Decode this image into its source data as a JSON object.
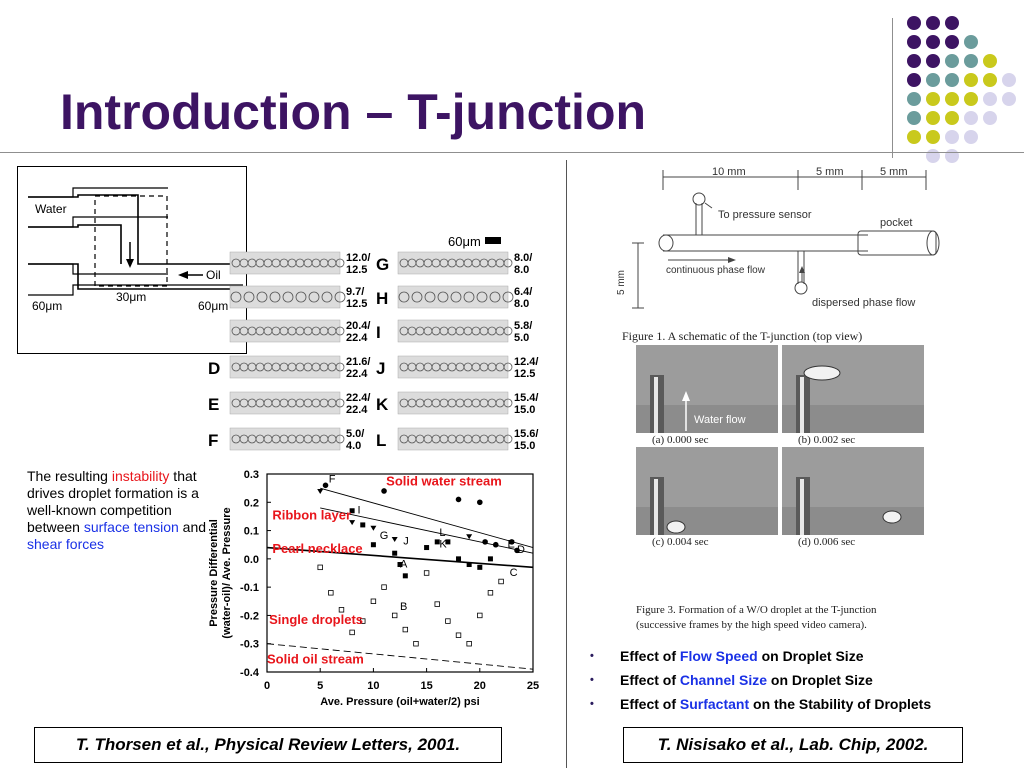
{
  "slide": {
    "title": "Introduction – T-junction",
    "description": {
      "pre": "The resulting ",
      "instability": "instability",
      "mid": " that drives droplet formation is a well-known competition between ",
      "surface_tension": "surface tension",
      "and": " and ",
      "shear_forces": "shear forces"
    },
    "left_ref": "T. Thorsen et al., Physical Review Letters, 2001.",
    "right_ref": "T. Nisisako et al., Lab. Chip, 2002.",
    "bullets": [
      {
        "pre": "Effect of ",
        "highlight": "Flow Speed",
        "post": " on Droplet Size"
      },
      {
        "pre": "Effect of ",
        "highlight": "Channel Size",
        "post": " on Droplet Size"
      },
      {
        "pre": "Effect of ",
        "highlight": "Surfactant",
        "post": " on the Stability of Droplets"
      }
    ],
    "bullet_glyph": "•"
  },
  "junction_diagram": {
    "water": "Water",
    "oil": "Oil",
    "w_left": "60μm",
    "w_mid": "30μm",
    "w_right": "60μm"
  },
  "micrographs": {
    "scale": "60μm",
    "left": [
      {
        "label": "",
        "values": "12.0/\n12.5"
      },
      {
        "label": "",
        "values": "9.7/\n12.5"
      },
      {
        "label": "",
        "values": "20.4/\n22.4"
      },
      {
        "label": "D",
        "values": "21.6/\n22.4"
      },
      {
        "label": "E",
        "values": "22.4/\n22.4"
      },
      {
        "label": "F",
        "values": "5.0/\n4.0"
      }
    ],
    "right": [
      {
        "label": "G",
        "values": "8.0/\n8.0"
      },
      {
        "label": "H",
        "values": "6.4/\n8.0"
      },
      {
        "label": "I",
        "values": "5.8/\n5.0"
      },
      {
        "label": "J",
        "values": "12.4/\n12.5"
      },
      {
        "label": "K",
        "values": "15.4/\n15.0"
      },
      {
        "label": "L",
        "values": "15.6/\n15.0"
      }
    ]
  },
  "chart_data": {
    "type": "scatter",
    "xlabel": "Ave. Pressure (oil+water/2) psi",
    "ylabel": "Pressure Differential\n(water-oil)/ Ave. Pressure",
    "xlim": [
      0,
      25
    ],
    "ylim": [
      -0.4,
      0.3
    ],
    "xticks": [
      "0",
      "5",
      "10",
      "15",
      "20",
      "25"
    ],
    "yticks": [
      "0.3",
      "0.2",
      "0.1",
      "0.0",
      "-0.1",
      "-0.2",
      "-0.3",
      "-0.4"
    ],
    "region_labels": [
      "Solid water stream",
      "Ribbon layer",
      "Pearl necklace",
      "Single droplets",
      "Solid oil stream"
    ],
    "point_labels": [
      "F",
      "I",
      "G",
      "J",
      "A",
      "L",
      "K",
      "E",
      "D",
      "C",
      "B"
    ],
    "series": [
      {
        "marker": "filled-circle",
        "x": [
          5.5,
          11,
          18,
          20,
          23,
          20.5,
          21.5,
          23.5
        ],
        "y": [
          0.26,
          0.24,
          0.21,
          0.2,
          0.06,
          0.06,
          0.05,
          0.03
        ]
      },
      {
        "marker": "filled-square",
        "x": [
          8,
          9,
          10,
          12,
          12.5,
          13,
          15,
          16,
          17,
          18,
          19,
          20,
          21
        ],
        "y": [
          0.17,
          0.12,
          0.05,
          0.02,
          -0.02,
          -0.06,
          0.04,
          0.06,
          0.06,
          0.0,
          -0.02,
          -0.03,
          0.0
        ]
      },
      {
        "marker": "open-square",
        "x": [
          5,
          6,
          7,
          8,
          9,
          10,
          11,
          12,
          13,
          14,
          15,
          16,
          17,
          18,
          19,
          20,
          21,
          22
        ],
        "y": [
          -0.03,
          -0.12,
          -0.18,
          -0.26,
          -0.22,
          -0.15,
          -0.1,
          -0.2,
          -0.25,
          -0.3,
          -0.05,
          -0.16,
          -0.22,
          -0.27,
          -0.3,
          -0.2,
          -0.12,
          -0.08
        ]
      },
      {
        "marker": "filled-triangle",
        "x": [
          5,
          8,
          10,
          12,
          19
        ],
        "y": [
          0.24,
          0.13,
          0.11,
          0.07,
          0.08
        ]
      }
    ],
    "lines": [
      {
        "x": [
          5,
          25
        ],
        "y": [
          0.25,
          0.04
        ]
      },
      {
        "x": [
          5,
          25
        ],
        "y": [
          0.18,
          0.02
        ]
      },
      {
        "x": [
          0,
          25
        ],
        "y": [
          0.04,
          -0.03
        ]
      },
      {
        "x": [
          0,
          25
        ],
        "y": [
          -0.3,
          -0.39
        ]
      }
    ]
  },
  "schematic": {
    "dim1": "10 mm",
    "dim2": "5 mm",
    "dim3": "5 mm",
    "pressure": "To pressure sensor",
    "pocket": "pocket",
    "continuous": "continuous phase flow",
    "dispersed": "dispersed phase flow",
    "vdim": "5 mm",
    "caption": "Figure 1. A schematic of the T-junction (top view)"
  },
  "frames": {
    "water_flow": "Water flow",
    "labels": [
      "(a) 0.000 sec",
      "(b) 0.002 sec",
      "(c) 0.004 sec",
      "(d) 0.006 sec"
    ],
    "caption1": "Figure 3. Formation of a W/O droplet at the T-junction",
    "caption2": "(successive frames by the high speed video camera)."
  },
  "colors": {
    "title": "#3d1463",
    "accent_red": "#e8151b",
    "accent_blue": "#1a31e6",
    "dot_purple": "#3d1463",
    "dot_teal": "#6b9c9c",
    "dot_yellow": "#c9c91c",
    "dot_lilac": "#d7d4ec"
  }
}
